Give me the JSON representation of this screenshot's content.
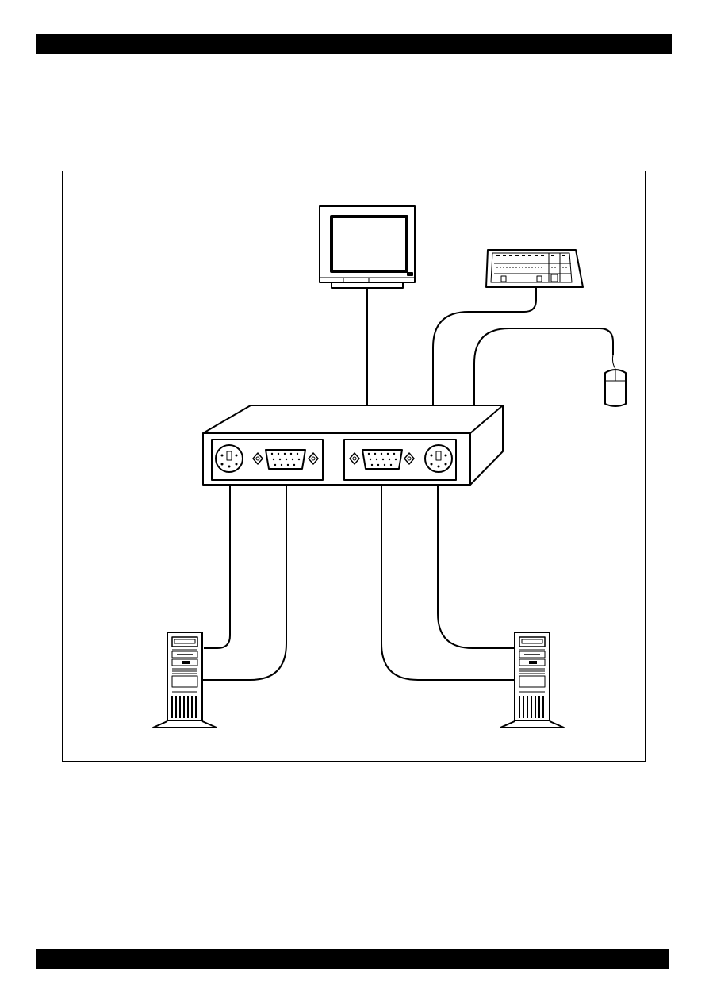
{
  "colors": {
    "ink": "#000000",
    "paper": "#ffffff",
    "bar": "#000000"
  },
  "header_bar": {
    "fill": "#000000"
  },
  "footer_bar": {
    "fill": "#000000"
  },
  "diagram": {
    "devices": [
      {
        "id": "monitor",
        "icon": "crt-monitor-icon"
      },
      {
        "id": "keyboard",
        "icon": "keyboard-icon"
      },
      {
        "id": "mouse",
        "icon": "mouse-icon"
      },
      {
        "id": "kvm-switch",
        "icon": "kvm-switch-icon"
      },
      {
        "id": "computer-1",
        "icon": "tower-pc-icon"
      },
      {
        "id": "computer-2",
        "icon": "tower-pc-icon"
      }
    ],
    "ports": [
      {
        "panel": "left",
        "items": [
          "ps2-port-icon",
          "vga-port-icon"
        ]
      },
      {
        "panel": "right",
        "items": [
          "vga-port-icon",
          "ps2-port-icon"
        ]
      }
    ],
    "connections": [
      {
        "from": "monitor",
        "to": "kvm-switch"
      },
      {
        "from": "keyboard",
        "to": "kvm-switch"
      },
      {
        "from": "mouse",
        "to": "kvm-switch"
      },
      {
        "from": "kvm-switch",
        "to": "computer-1"
      },
      {
        "from": "kvm-switch",
        "to": "computer-2"
      }
    ]
  }
}
